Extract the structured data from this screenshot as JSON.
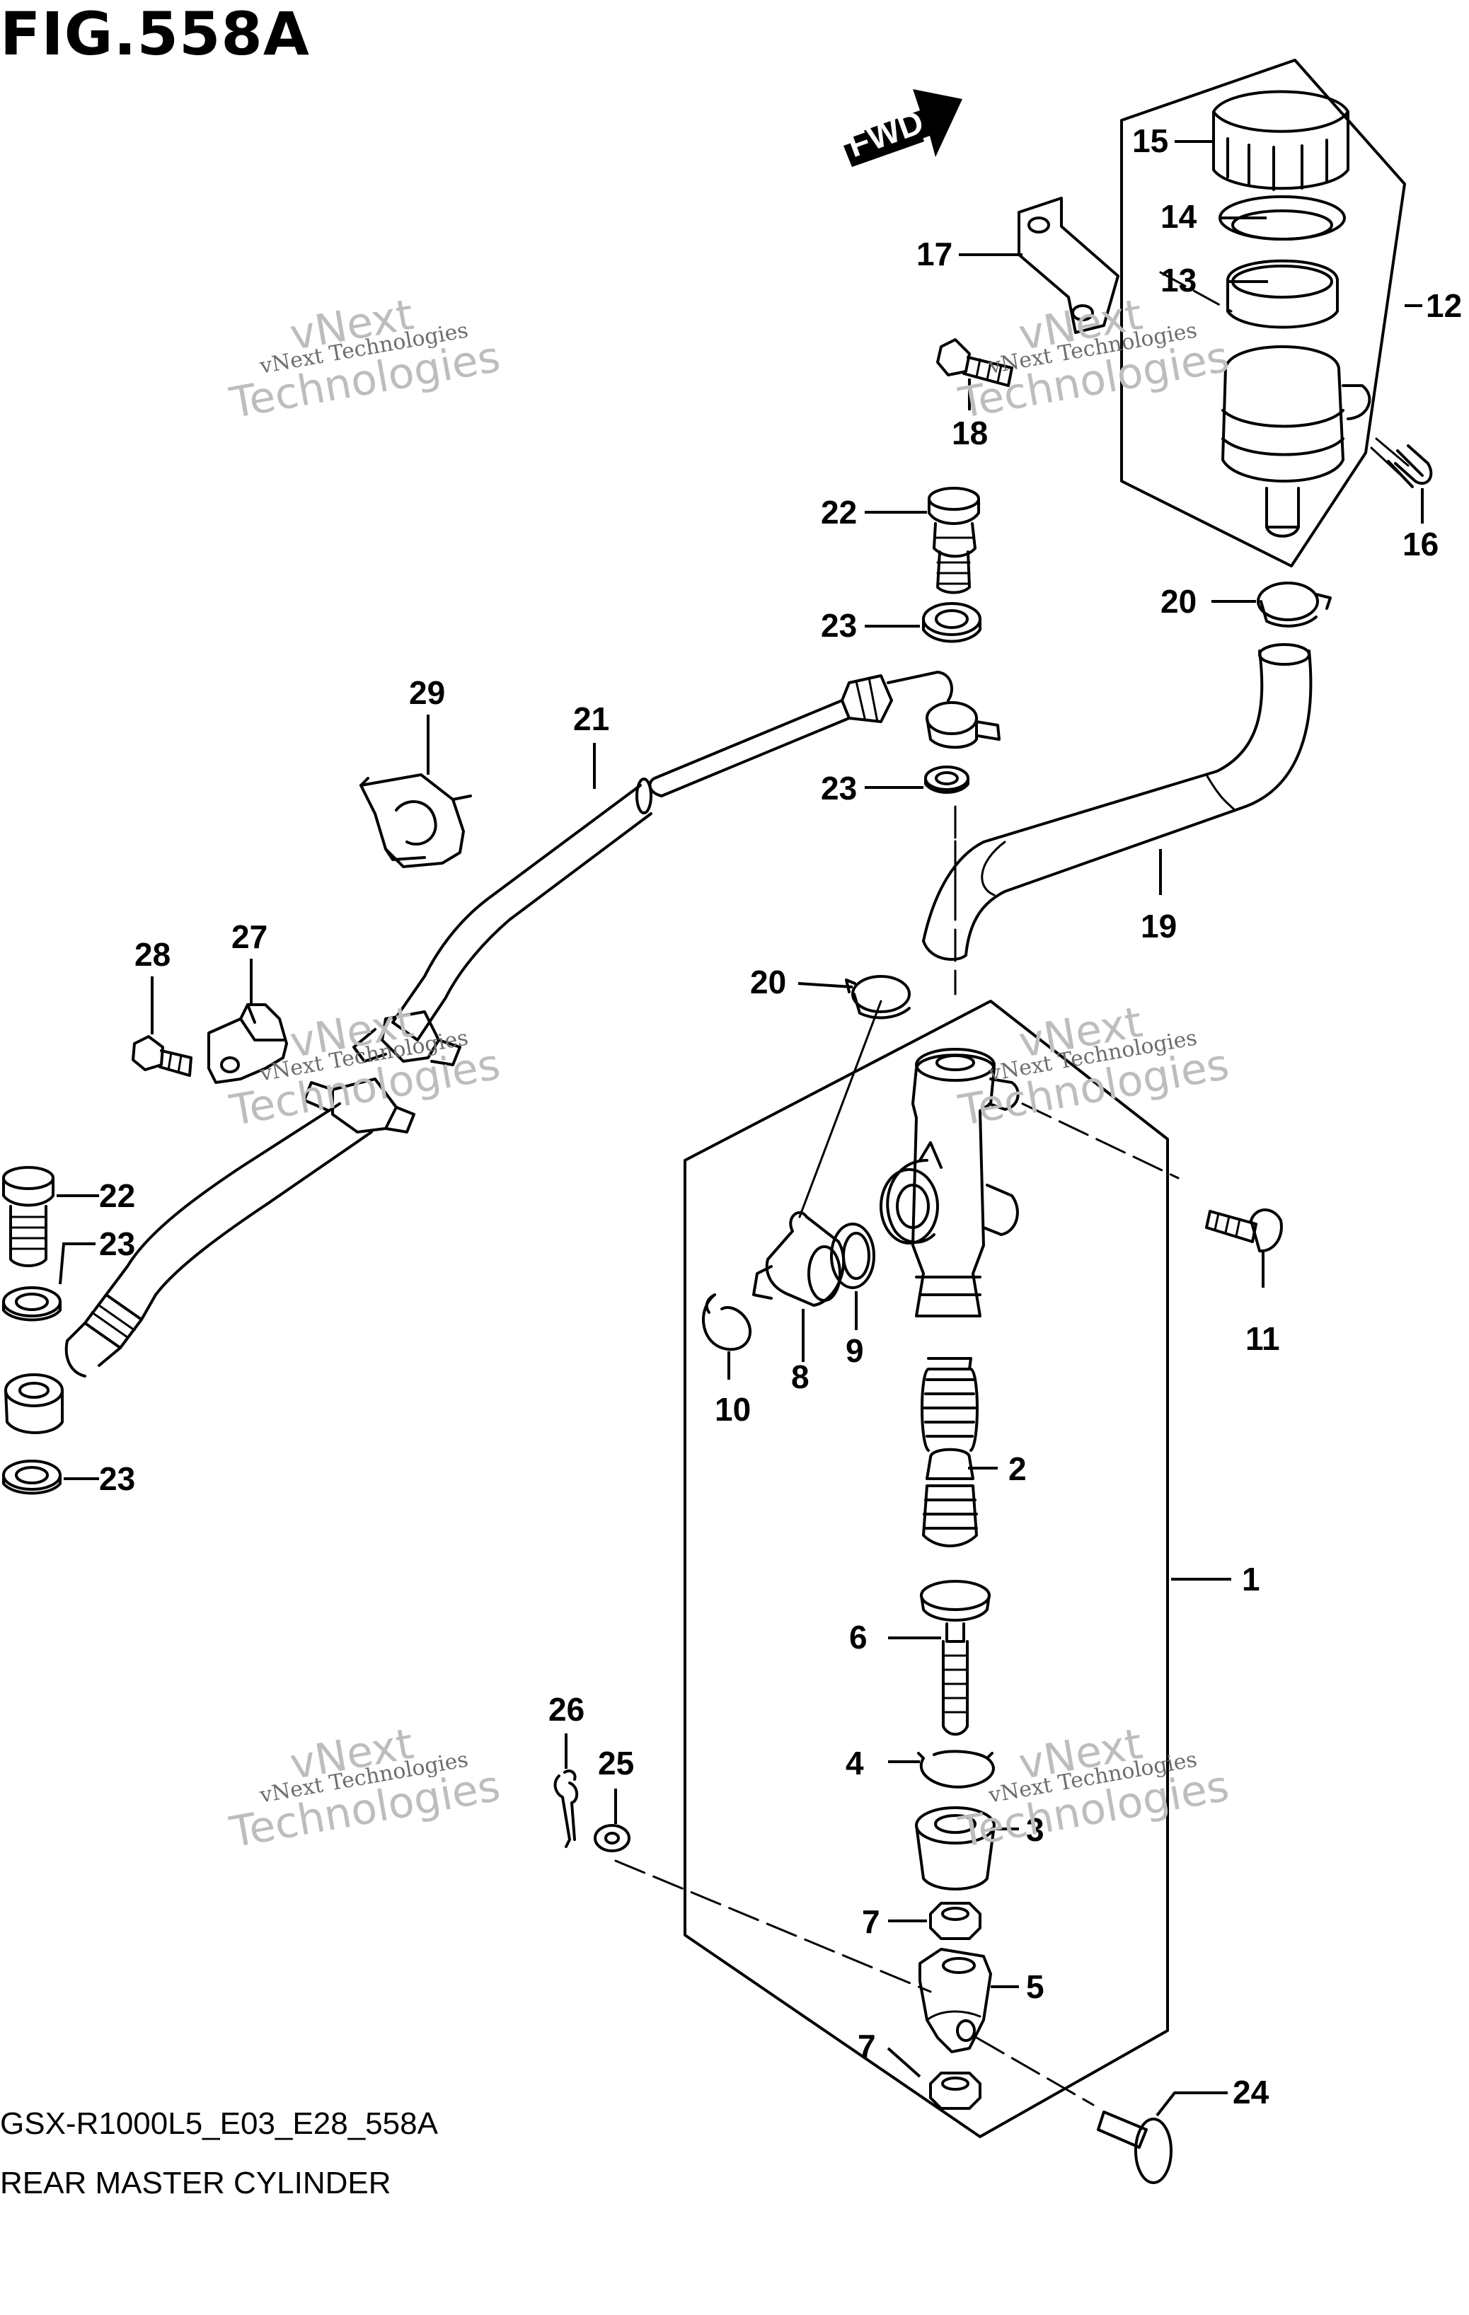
{
  "figure_title": "FIG.558A",
  "diagram_code": "GSX-R1000L5_E03_E28_558A",
  "diagram_name": "REAR MASTER CYLINDER",
  "fwd_label": "FWD",
  "watermark": {
    "line1": "vNext",
    "line2": "Technologies",
    "caption": "vNext Technologies"
  },
  "callouts": [
    "1",
    "2",
    "3",
    "4",
    "5",
    "6",
    "7",
    "7",
    "8",
    "9",
    "10",
    "11",
    "12",
    "13",
    "14",
    "15",
    "16",
    "17",
    "18",
    "19",
    "20",
    "20",
    "21",
    "22",
    "22",
    "23",
    "23",
    "23",
    "23",
    "24",
    "25",
    "26",
    "27",
    "28",
    "29"
  ]
}
